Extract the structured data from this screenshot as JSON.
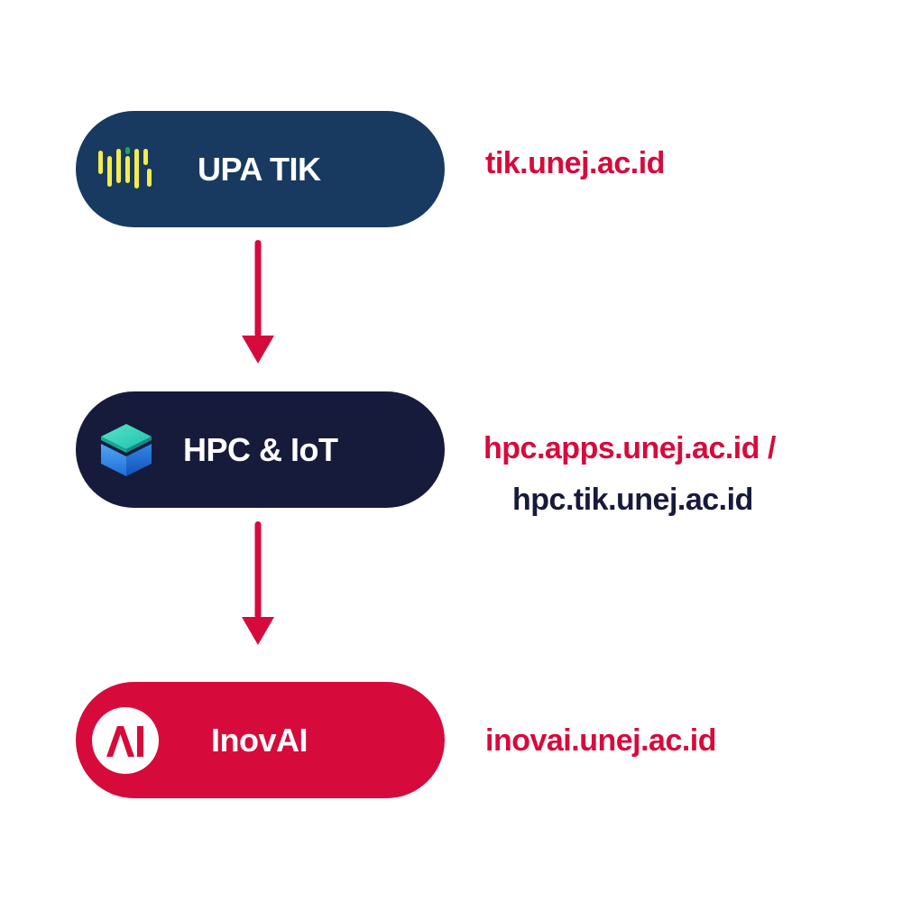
{
  "colors": {
    "upa_tik": "#183a60",
    "hpc_iot": "#171b3b",
    "inovai": "#d70a3c",
    "link_red": "#d70a3c",
    "link_navy": "#171b3b",
    "arrow": "#d70a3c"
  },
  "nodes": [
    {
      "label": "UPA TIK",
      "icon": "tik-logo-icon",
      "url": "tik.unej.ac.id"
    },
    {
      "label": "HPC & IoT",
      "icon": "hpc-cube-icon",
      "url_primary": "hpc.apps.unej.ac.id /",
      "url_secondary": "hpc.tik.unej.ac.id"
    },
    {
      "label": "InovAI",
      "icon": "inovai-logo-icon",
      "url": "inovai.unej.ac.id"
    }
  ]
}
